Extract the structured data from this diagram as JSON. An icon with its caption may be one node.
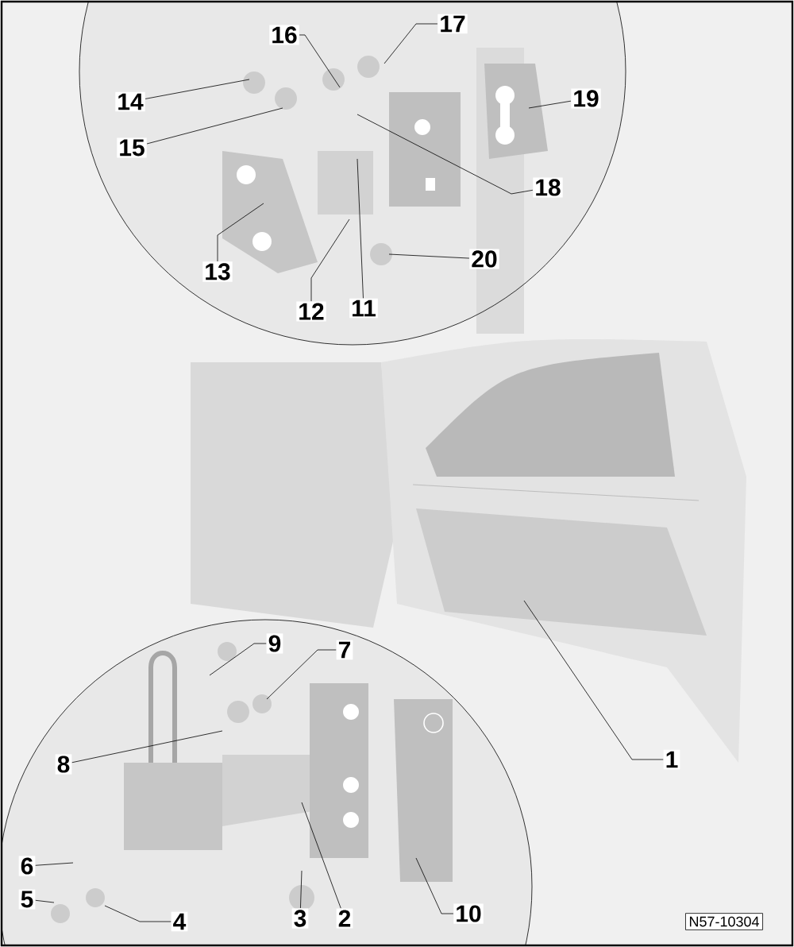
{
  "diagram": {
    "nodes": [
      {
        "text": [
          "1"
        ]
      },
      {
        "text": [
          "2"
        ]
      },
      {
        "text": [
          "3"
        ]
      },
      {
        "text": [
          "4"
        ]
      },
      {
        "text": [
          "5"
        ]
      },
      {
        "text": [
          "6"
        ]
      },
      {
        "text": [
          "7"
        ]
      },
      {
        "text": [
          "8"
        ]
      },
      {
        "text": [
          "9"
        ]
      },
      {
        "text": [
          "10"
        ]
      },
      {
        "text": [
          "11"
        ]
      },
      {
        "text": [
          "12"
        ]
      },
      {
        "text": [
          "13"
        ]
      },
      {
        "text": [
          "14"
        ]
      },
      {
        "text": [
          "15"
        ]
      },
      {
        "text": [
          "16"
        ]
      },
      {
        "text": [
          "17"
        ]
      },
      {
        "text": [
          "18"
        ]
      },
      {
        "text": [
          "19"
        ]
      },
      {
        "text": [
          "20"
        ]
      },
      {
        "text": [
          "N57-10304"
        ]
      }
    ],
    "edges": [
      {
        "from": 0,
        "to": null,
        "arrow": "none"
      },
      {
        "from": 1,
        "to": null,
        "arrow": "none"
      },
      {
        "from": 2,
        "to": null,
        "arrow": "none"
      },
      {
        "from": 3,
        "to": null,
        "arrow": "none"
      },
      {
        "from": 4,
        "to": null,
        "arrow": "none"
      },
      {
        "from": 5,
        "to": null,
        "arrow": "none"
      },
      {
        "from": 6,
        "to": null,
        "arrow": "none"
      },
      {
        "from": 7,
        "to": null,
        "arrow": "none"
      },
      {
        "from": 8,
        "to": null,
        "arrow": "none"
      },
      {
        "from": 9,
        "to": null,
        "arrow": "none"
      },
      {
        "from": 10,
        "to": null,
        "arrow": "none"
      },
      {
        "from": 11,
        "to": null,
        "arrow": "none"
      },
      {
        "from": 12,
        "to": null,
        "arrow": "none"
      },
      {
        "from": 13,
        "to": null,
        "arrow": "none"
      },
      {
        "from": 14,
        "to": null,
        "arrow": "none"
      },
      {
        "from": 15,
        "to": null,
        "arrow": "none"
      },
      {
        "from": 16,
        "to": null,
        "arrow": "none"
      },
      {
        "from": 17,
        "to": null,
        "arrow": "none"
      },
      {
        "from": 18,
        "to": null,
        "arrow": "none"
      },
      {
        "from": 19,
        "to": null,
        "arrow": "none"
      }
    ]
  }
}
